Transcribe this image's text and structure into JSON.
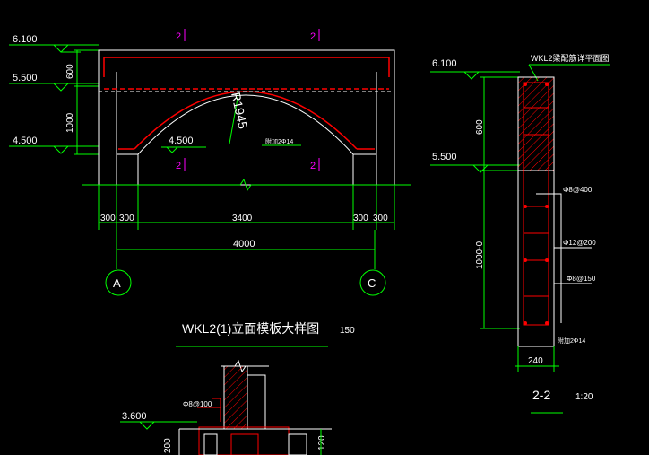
{
  "drawing": {
    "elevations_left": [
      "6.100",
      "5.500",
      "4.500"
    ],
    "elevations_right": [
      "6.100",
      "5.500"
    ],
    "elevation_bottom": "3.600",
    "inner_elevation": "4.500",
    "radius_label": "R1945",
    "dim_vertical_left": [
      "600",
      "1000"
    ],
    "dim_horizontal_top": [
      "300",
      "300",
      "3400",
      "300",
      "300"
    ],
    "dim_total": "4000",
    "axis_labels": [
      "A",
      "C"
    ],
    "section_marks": [
      "2",
      "2",
      "2",
      "2"
    ],
    "title_main": "WKL2(1)立面模板大样图",
    "title_scale": "150",
    "section_title": "2-2",
    "section_scale": "1:20",
    "section_header": "WKL2梁配筋详平面图",
    "rebar_labels": [
      "Φ8@400",
      "Φ12@200",
      "Φ8@150",
      "附加2Φ14"
    ],
    "arc_note": "附加2Φ14",
    "section_dims": [
      "600",
      "1000-0",
      "240"
    ],
    "detail_labels": [
      "Φ8@100",
      "200",
      "120"
    ]
  },
  "colors": {
    "background": "#000000",
    "lines": "#ffffff",
    "dimension": "#00ff00",
    "rebar": "#ff0000",
    "marker": "#ff00ff",
    "hatch": "#ff0000"
  }
}
